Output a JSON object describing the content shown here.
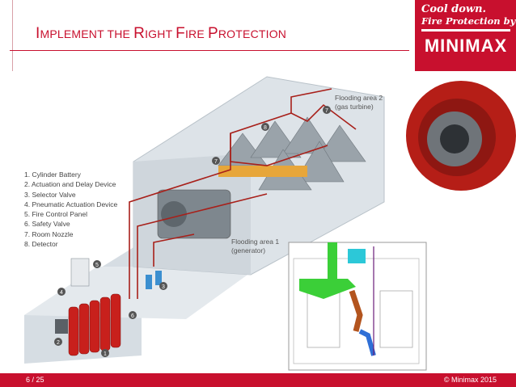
{
  "slide": {
    "title_caps": [
      "I",
      "MPLEMENT THE ",
      "R",
      "IGHT ",
      "F",
      "IRE ",
      "P",
      "ROTECTION"
    ],
    "brand": {
      "tagline_1": "Cool down.",
      "tagline_2": "Fire Protection by",
      "logo": "MINIMAX",
      "color": "#c8102e"
    },
    "legend": [
      "1.   Cylinder Battery",
      "2.   Actuation and Delay Device",
      "3.   Selector Valve",
      "4.   Pneumatic Actuation Device",
      "5.   Fire Control Panel",
      "6.   Safety Valve",
      "7.   Room Nozzle",
      "8.   Detector"
    ],
    "areas": {
      "area2_line1": "Flooding area 2",
      "area2_line2": "(gas turbine)",
      "area1_line1": "Flooding area 1",
      "area1_line2": "(generator)"
    },
    "markers": [
      "1",
      "2",
      "3",
      "4",
      "5",
      "6",
      "7",
      "7",
      "8"
    ],
    "footer": {
      "page": "6 / 25",
      "copyright": "© Minimax 2015"
    }
  }
}
